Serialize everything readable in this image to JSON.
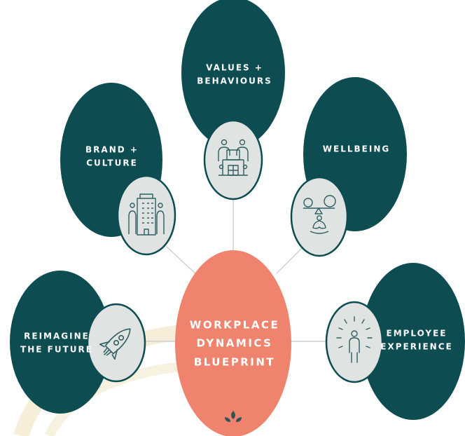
{
  "colors": {
    "teal": "#0d4d52",
    "coral": "#ef836d",
    "icon_circle": "#dfe4e3",
    "icon_stroke": "#2f5e62",
    "connector": "#c7d1cf",
    "watermark": "#f2e7c9"
  },
  "center": {
    "lines": [
      "WORKPLACE",
      "DYNAMICS",
      "BLUEPRINT"
    ]
  },
  "nodes": [
    {
      "id": "reimagine",
      "lines": [
        "REIMAGINE",
        "THE FUTURE"
      ],
      "icon": "rocket-icon"
    },
    {
      "id": "brand",
      "lines": [
        "BRAND +",
        "CULTURE"
      ],
      "icon": "buildings-people-icon"
    },
    {
      "id": "values",
      "lines": [
        "VALUES +",
        "BEHAVIOURS"
      ],
      "icon": "team-meeting-icon"
    },
    {
      "id": "wellbeing",
      "lines": [
        "WELLBEING"
      ],
      "icon": "balance-meditation-icon"
    },
    {
      "id": "employee",
      "lines": [
        "EMPLOYEE",
        "EXPERIENCE"
      ],
      "icon": "radiant-person-icon"
    }
  ]
}
